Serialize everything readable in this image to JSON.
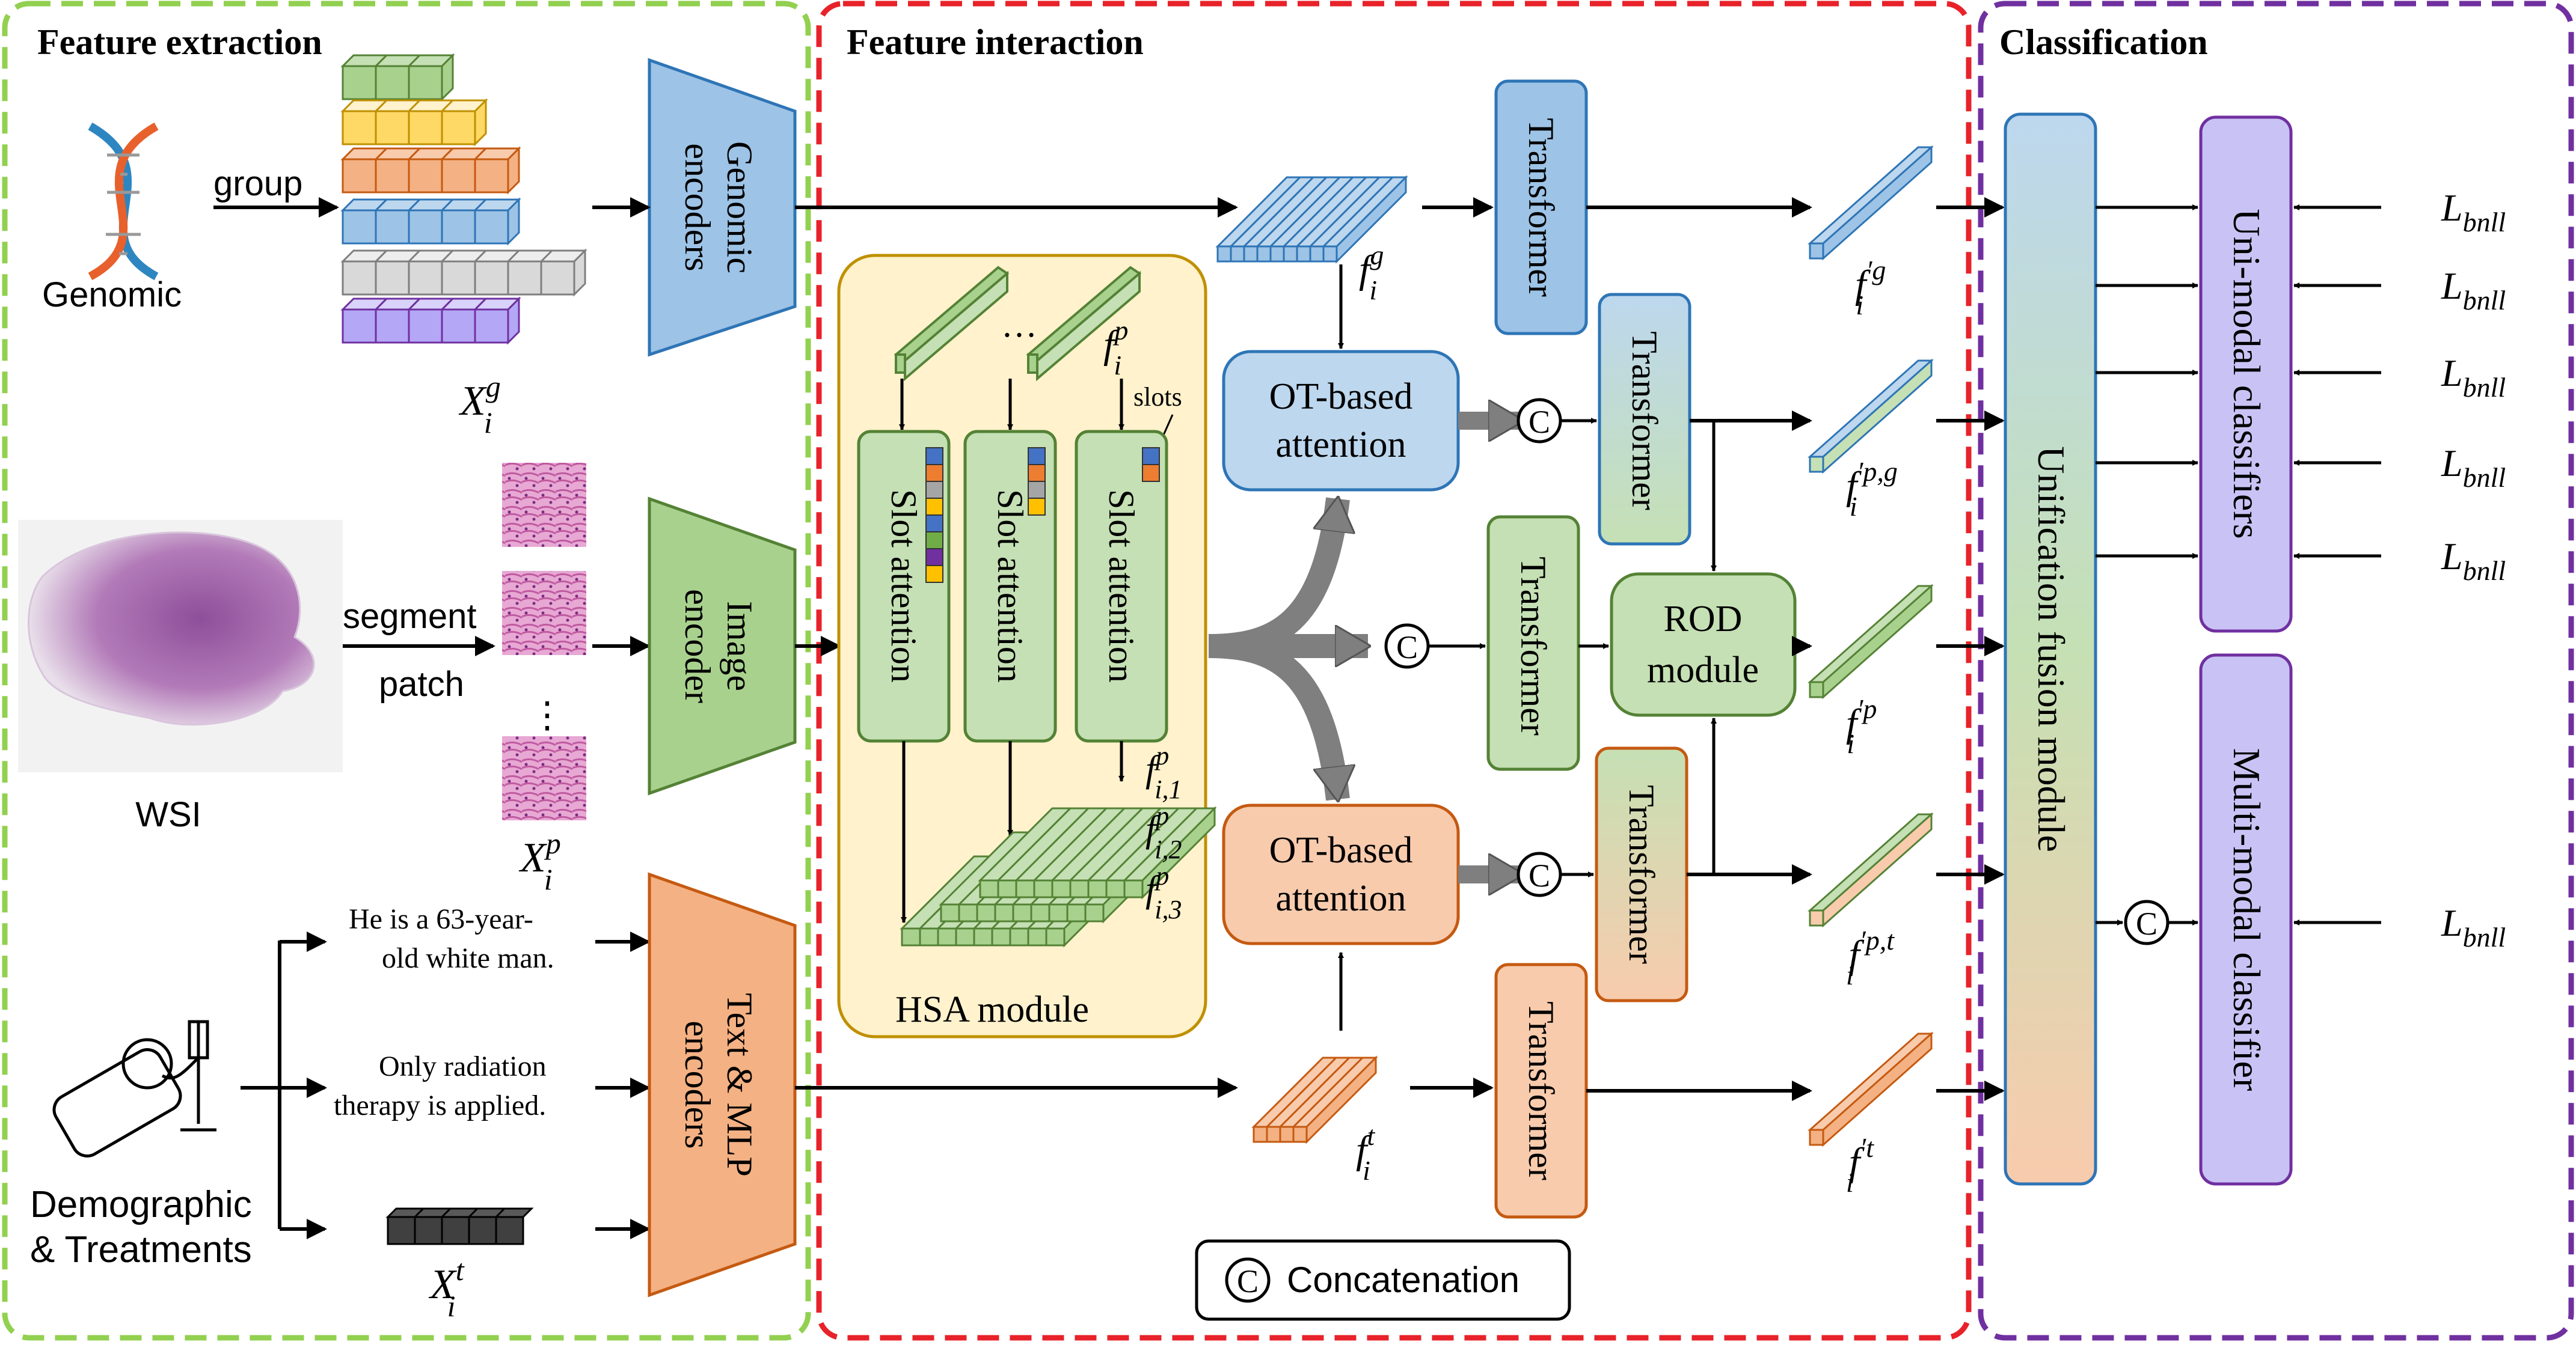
{
  "sections": {
    "extraction": "Feature extraction",
    "interaction": "Feature interaction",
    "classification": "Classification"
  },
  "genomic": {
    "label": "Genomic",
    "group": "group",
    "encoder_line1": "Genomic",
    "encoder_line2": "encoders",
    "x_base": "X",
    "x_sup": "g",
    "x_sub": "i"
  },
  "image": {
    "wsi": "WSI",
    "segment": "segment",
    "patch": "patch",
    "dots": "⋮",
    "encoder_line1": "Image",
    "encoder_line2": "encoder",
    "x_base": "X",
    "x_sup": "p",
    "x_sub": "i"
  },
  "text": {
    "sentence1_line1": "He is a 63-year-",
    "sentence1_line2": "old white man.",
    "sentence2_line1": "Only radiation",
    "sentence2_line2": "therapy is applied.",
    "demo_line1": "Demographic",
    "demo_line2": "& Treatments",
    "encoder_line1": "Text & MLP",
    "encoder_line2": "encoders",
    "x_base": "X",
    "x_sup": "t",
    "x_sub": "i"
  },
  "hsa": {
    "module_label": "HSA module",
    "slot_attention": "Slot attention",
    "slots": "slots",
    "ellipsis": "…",
    "fp_base": "f",
    "fp_sup": "p",
    "fp_sub": "i",
    "f1_sub": "i,1",
    "f2_sub": "i,2",
    "f3_sub": "i,3"
  },
  "interaction": {
    "ot_line1": "OT-based",
    "ot_line2": "attention",
    "transformer": "Transformer",
    "rod_line1": "ROD",
    "rod_line2": "module",
    "concat_symbol": "C",
    "concat_legend": "Concatenation",
    "fg_sup": "g",
    "ft_sup": "t",
    "f_base": "f",
    "f_sub": "i"
  },
  "outputs": {
    "g_sup": "′g",
    "pg_sup": "′p,g",
    "p_sup": "′p",
    "pt_sup": "′p,t",
    "t_sup": "′t"
  },
  "classification": {
    "fusion": "Unification fusion module",
    "uni": "Uni-modal classifiers",
    "multi": "Multi-modal classifier",
    "loss_base": "L",
    "loss_sub": "bnll"
  },
  "colors": {
    "green_border": "#92d050",
    "red_border": "#e8222a",
    "purple_border": "#7030a0",
    "blue": "#bdd7ee",
    "green": "#c5e0b4",
    "orange": "#f8cbad",
    "purple": "#c9c3f5",
    "yellow": "#fff2cc"
  }
}
